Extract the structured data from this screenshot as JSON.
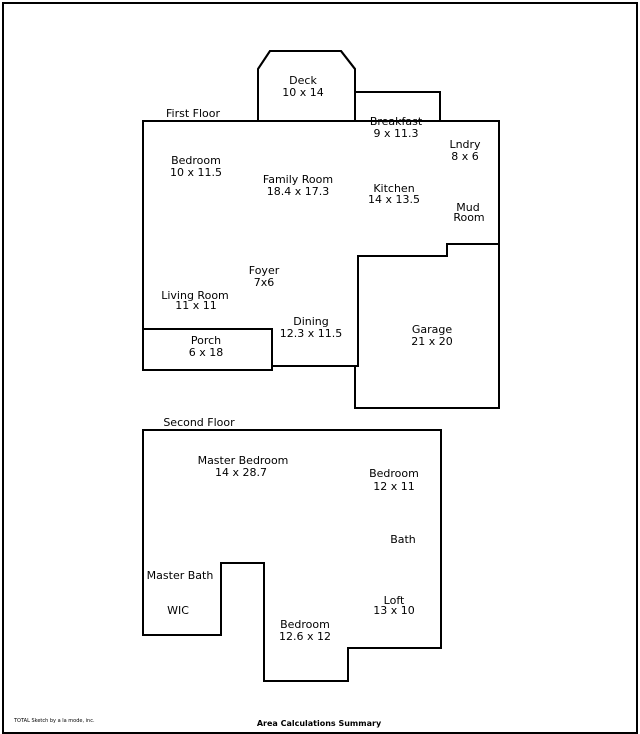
{
  "floors": {
    "first": {
      "label": "First Floor"
    },
    "second": {
      "label": "Second Floor"
    }
  },
  "rooms": {
    "deck": {
      "name": "Deck",
      "size": "10 x 14"
    },
    "breakfast": {
      "name": "Breakfast",
      "size": "9 x 11.3"
    },
    "laundry": {
      "name": "Lndry",
      "size": "8 x 6"
    },
    "bedroom1": {
      "name": "Bedroom",
      "size": "10 x 11.5"
    },
    "family_room": {
      "name": "Family Room",
      "size": "18.4 x 17.3"
    },
    "kitchen": {
      "name": "Kitchen",
      "size": "14 x 13.5"
    },
    "mud_room": {
      "line1": "Mud",
      "line2": "Room"
    },
    "foyer": {
      "name": "Foyer",
      "size": "7x6"
    },
    "living_room": {
      "name": "Living Room",
      "size": "11 x 11"
    },
    "dining": {
      "name": "Dining",
      "size": "12.3 x 11.5"
    },
    "porch": {
      "name": "Porch",
      "size": "6 x 18"
    },
    "garage": {
      "name": "Garage",
      "size": "21 x 20"
    },
    "master_bedroom": {
      "name": "Master Bedroom",
      "size": "14 x 28.7"
    },
    "bedroom2": {
      "name": "Bedroom",
      "size": "12 x 11"
    },
    "bath": {
      "name": "Bath"
    },
    "master_bath": {
      "name": "Master Bath"
    },
    "wic": {
      "name": "WIC"
    },
    "loft": {
      "name": "Loft",
      "size": "13 x 10"
    },
    "bedroom3": {
      "name": "Bedroom",
      "size": "12.6 x 12"
    }
  },
  "footer": {
    "software": "TOTAL Sketch by a la mode, inc.",
    "title": "Area Calculations Summary"
  }
}
